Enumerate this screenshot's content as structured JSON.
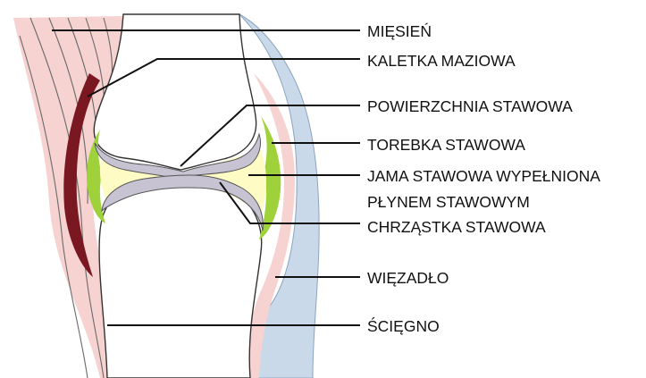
{
  "labels": {
    "miesien": "MIĘSIEŃ",
    "kaletka": "KALETKA MAZIOWA",
    "powierzchnia": "POWIERZCHNIA STAWOWA",
    "torebka": "TOREBKA STAWOWA",
    "jama_line1": "JAMA STAWOWA WYPEŁNIONA",
    "jama_line2": "PŁYNEM STAWOWYM",
    "chrzastka": "CHRZĄSTKA STAWOWA",
    "wiezadlo": "WIĘZADŁO",
    "sciegno": "ŚCIĘGNO"
  },
  "colors": {
    "bone_fill": "#ffffff",
    "bone_outline": "#333333",
    "muscle_pink": "#f6d2d0",
    "muscle_lines": "#6a6a6a",
    "bursa": "#7a1822",
    "capsule": "#9fd23a",
    "synovial_fluid": "#fffbc4",
    "cartilage": "#c7c3d2",
    "ligament": "#c9d9ea",
    "label_text": "#111111"
  }
}
